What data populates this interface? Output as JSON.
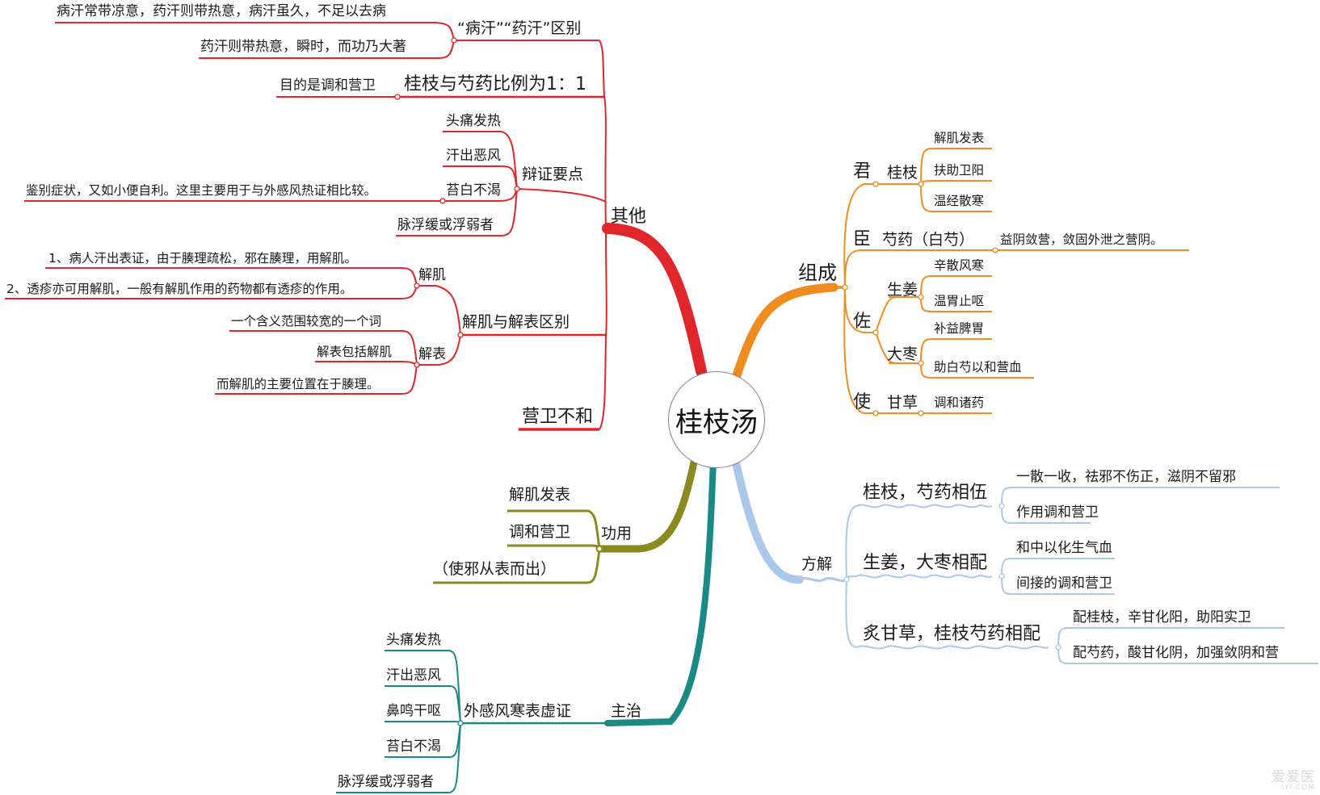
{
  "center": "桂枝汤",
  "colors": {
    "red": "#e0262b",
    "orange": "#f08c1e",
    "lightblue": "#a9c8ea",
    "olive": "#8a8a1e",
    "teal": "#1a8a86"
  },
  "branches": {
    "other": {
      "label": "其他",
      "bingan": {
        "label": "“病汗”“药汗”区别",
        "items": [
          "病汗常带凉意，药汗则带热意，病汗虽久，不足以去病",
          "药汗则带热意，瞬时，而功乃大著"
        ]
      },
      "ratio": {
        "label": "桂枝与芍药比例为1：1",
        "note": "目的是调和营卫"
      },
      "bianzheng": {
        "label": "辩证要点",
        "items": [
          "头痛发热",
          "汗出恶风",
          "苔白不渴",
          "脉浮缓或浮弱者"
        ],
        "note": "鉴别症状，又如小便自利。这里主要用于与外感风热证相比较。"
      },
      "jieji": {
        "label": "解肌与解表区别",
        "jieji": {
          "label": "解肌",
          "items": [
            "1、病人汗出表证，由于腠理疏松，邪在腠理，用解肌。",
            "2、透疹亦可用解肌，一般有解肌作用的药物都有透疹的作用。"
          ]
        },
        "jiebiao": {
          "label": "解表",
          "items": [
            "一个含义范围较宽的一个词",
            "解表包括解肌",
            "而解肌的主要位置在于腠理。"
          ]
        }
      },
      "yingwei": {
        "label": "营卫不和"
      }
    },
    "gongyong": {
      "label": "功用",
      "items": [
        "解肌发表",
        "调和营卫",
        "（使邪从表而出）"
      ]
    },
    "zhuzhi": {
      "label": "主治",
      "main": "外感风寒表虚证",
      "items": [
        "头痛发热",
        "汗出恶风",
        "鼻鸣干呕",
        "苔白不渴",
        "脉浮缓或浮弱者"
      ]
    },
    "zucheng": {
      "label": "组成",
      "jun": {
        "label": "君",
        "herb": "桂枝",
        "items": [
          "解肌发表",
          "扶助卫阳",
          "温经散寒"
        ]
      },
      "chen": {
        "label": "臣",
        "herb": "芍药（白芍）",
        "note": "益阴敛营，敛固外泄之营阴。"
      },
      "zuo": {
        "label": "佐",
        "shengjiang": {
          "label": "生姜",
          "items": [
            "辛散风寒",
            "温胃止呕"
          ]
        },
        "dazao": {
          "label": "大枣",
          "items": [
            "补益脾胃",
            "助白芍以和营血"
          ]
        }
      },
      "shi": {
        "label": "使",
        "herb": "甘草",
        "note": "调和诸药"
      }
    },
    "fangjie": {
      "label": "方解",
      "a": {
        "label": "桂枝，芍药相伍",
        "items": [
          "一散一收，祛邪不伤正，滋阴不留邪",
          "作用调和营卫"
        ]
      },
      "b": {
        "label": "生姜，大枣相配",
        "items": [
          "和中以化生气血",
          "间接的调和营卫"
        ]
      },
      "c": {
        "label": "炙甘草，桂枝芍药相配",
        "items": [
          "配桂枝，辛甘化阳，助阳实卫",
          "配芍药，酸甘化阴，加强敛阴和营"
        ]
      }
    }
  },
  "watermark": {
    "text": "爱爱医",
    "domain": "IYI.COM"
  }
}
